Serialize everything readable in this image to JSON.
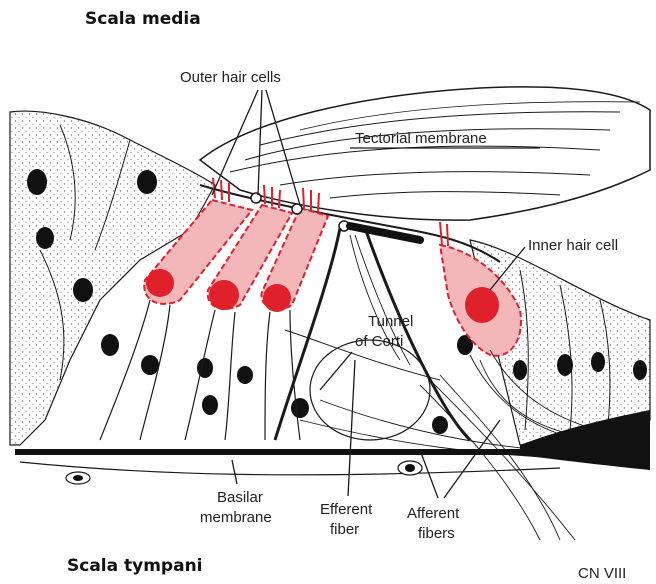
{
  "labels": {
    "scala_media": "Scala media",
    "scala_tympani": "Scala tympani",
    "outer_hair_cells": "Outer hair cells",
    "tectorial_membrane": "Tectorial membrane",
    "inner_hair_cell": "Inner hair cell",
    "tunnel_line1": "Tunnel",
    "tunnel_line2": "of Corti",
    "basilar_line1": "Basilar",
    "basilar_line2": "membrane",
    "efferent_line1": "Efferent",
    "efferent_line2": "fiber",
    "afferent_line1": "Afferent",
    "afferent_line2": "fibers",
    "cn_viii": "CN VIII"
  },
  "colors": {
    "hair_cell_red": "#e0202a",
    "hair_cell_light": "#f3b6b9",
    "ink": "#1a1a1a",
    "nucleus": "#111111"
  }
}
